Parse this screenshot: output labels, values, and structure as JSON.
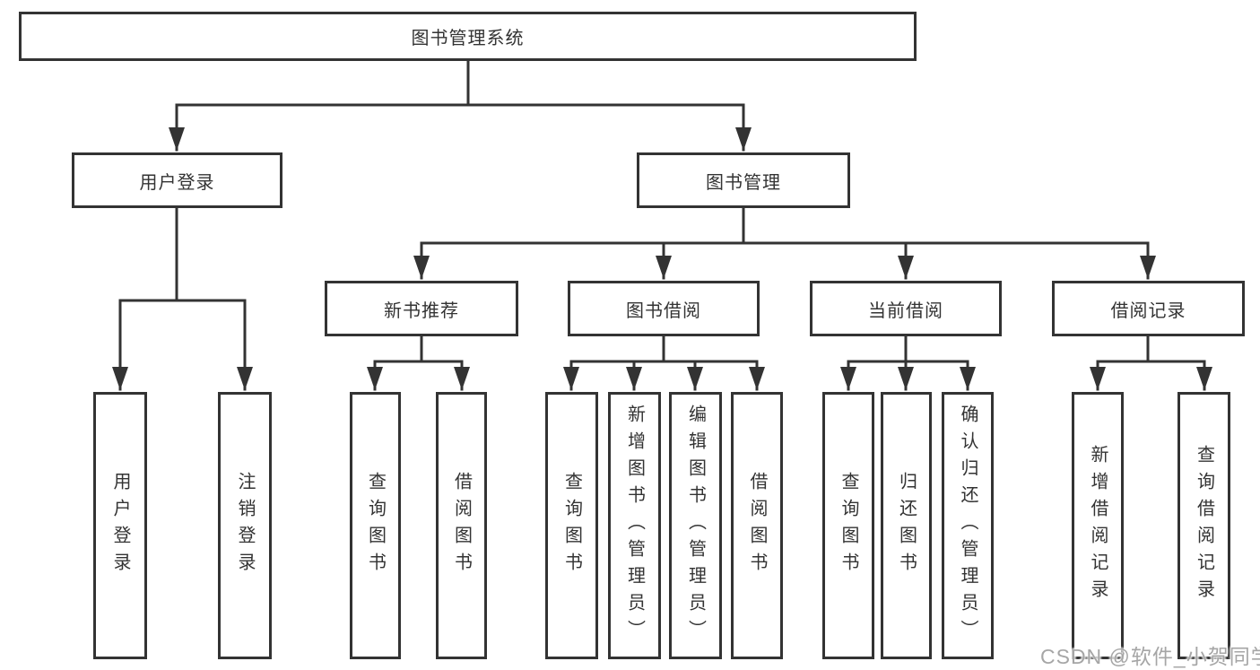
{
  "tree": {
    "root": "图书管理系统",
    "branches": [
      {
        "label": "用户登录",
        "leaves": [
          "用户登录",
          "注销登录"
        ]
      },
      {
        "label": "图书管理",
        "groups": [
          {
            "label": "新书推荐",
            "leaves": [
              "查询图书",
              "借阅图书"
            ]
          },
          {
            "label": "图书借阅",
            "leaves": [
              "查询图书",
              "新增图书（管理员）",
              "编辑图书（管理员）",
              "借阅图书"
            ]
          },
          {
            "label": "当前借阅",
            "leaves": [
              "查询图书",
              "归还图书",
              "确认归还（管理员）"
            ]
          },
          {
            "label": "借阅记录",
            "leaves": [
              "新增借阅记录",
              "查询借阅记录"
            ]
          }
        ]
      }
    ]
  },
  "watermark": "CSDN @软件_小贺同学",
  "colors": {
    "line": "#333333",
    "text": "#333333",
    "box_background": "#ffffff",
    "page_background": "#ffffff",
    "watermark": "#a6a6a6"
  }
}
